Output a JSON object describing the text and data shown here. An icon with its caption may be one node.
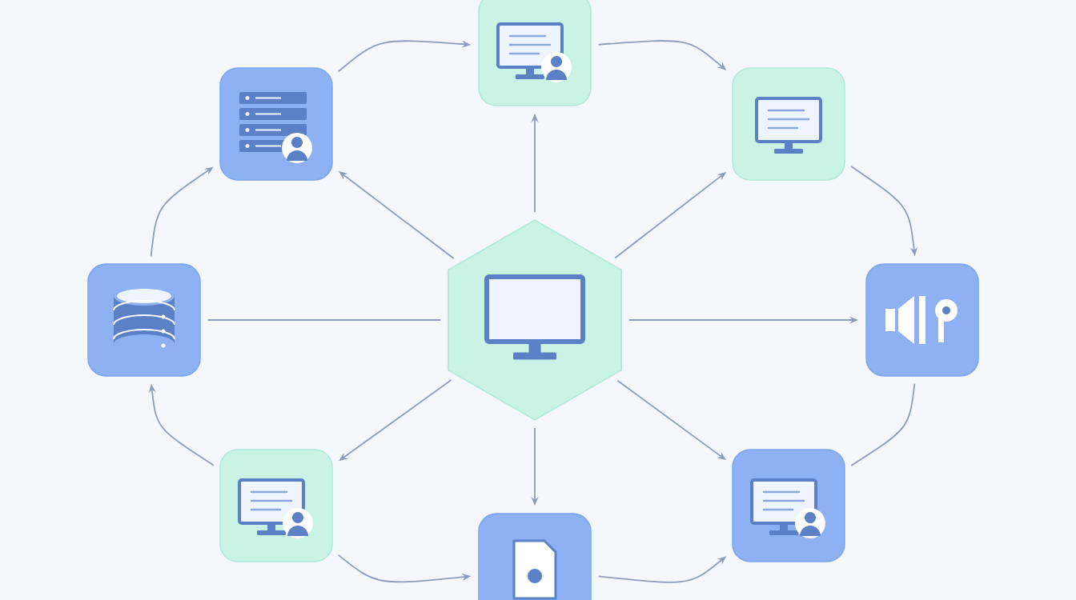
{
  "diagram": {
    "nodes": [
      {
        "text": [],
        "shape": "box"
      },
      {
        "text": [],
        "shape": "box"
      },
      {
        "text": [],
        "shape": "box"
      },
      {
        "text": [],
        "shape": "box"
      },
      {
        "text": [],
        "shape": "hexagon"
      },
      {
        "text": [],
        "shape": "box"
      },
      {
        "text": [],
        "shape": "box"
      },
      {
        "text": [],
        "shape": "box"
      },
      {
        "text": [],
        "shape": "box"
      }
    ],
    "edges": [
      {
        "from": 1,
        "to": 0,
        "arrow": "to"
      },
      {
        "from": 0,
        "to": 2,
        "arrow": "to"
      },
      {
        "from": 2,
        "to": 5,
        "arrow": "to"
      },
      {
        "from": 5,
        "to": 7,
        "arrow": "none"
      },
      {
        "from": 8,
        "to": 7,
        "arrow": "to"
      },
      {
        "from": 6,
        "to": 8,
        "arrow": "to"
      },
      {
        "from": 6,
        "to": 3,
        "arrow": "to"
      },
      {
        "from": 3,
        "to": 1,
        "arrow": "to"
      },
      {
        "from": 4,
        "to": 0,
        "arrow": "to"
      },
      {
        "from": 4,
        "to": 1,
        "arrow": "to"
      },
      {
        "from": 4,
        "to": 2,
        "arrow": "to"
      },
      {
        "from": 4,
        "to": 3,
        "arrow": "none"
      },
      {
        "from": 4,
        "to": 5,
        "arrow": "to"
      },
      {
        "from": 4,
        "to": 6,
        "arrow": "to"
      },
      {
        "from": 4,
        "to": 7,
        "arrow": "to"
      },
      {
        "from": 4,
        "to": 8,
        "arrow": "to"
      }
    ]
  }
}
